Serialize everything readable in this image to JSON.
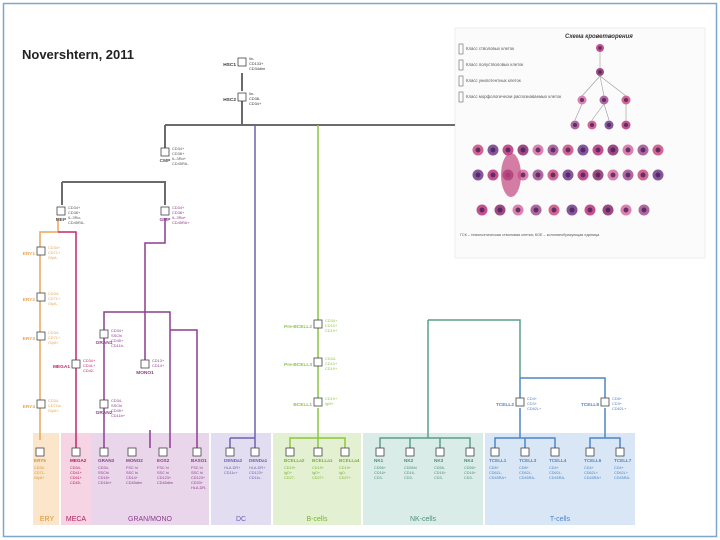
{
  "title": "Novershtern, 2011",
  "colors": {
    "gray": "#6b6b6b",
    "ery": "#e8a55a",
    "meca": "#c0266d",
    "gran": "#8b3d8f",
    "dc": "#6e62b0",
    "b": "#8cc63e",
    "nk": "#5a9e8c",
    "t": "#4f86c6"
  },
  "lineage_labels": [
    {
      "text": "ERY",
      "color": "#d9902e"
    },
    {
      "text": "MECA",
      "color": "#b0205f"
    },
    {
      "text": "GRAN/MONO",
      "color": "#8b3d8f"
    },
    {
      "text": "DC",
      "color": "#6e62b0"
    },
    {
      "text": "B-cells",
      "color": "#78b42e"
    },
    {
      "text": "NK-cells",
      "color": "#4f8e7c"
    },
    {
      "text": "T-cells",
      "color": "#4f86c6"
    }
  ],
  "nodes": {
    "hsc1": {
      "label": "HSC1",
      "markers": [
        "lin-",
        "CD133+",
        "CD34dim"
      ]
    },
    "hsc2": {
      "label": "HSC2",
      "markers": [
        "lin-",
        "CD38-",
        "CD34+"
      ]
    },
    "cmp": {
      "label": "CMP",
      "markers": [
        "CD34+",
        "CD38+",
        "IL-3Rα+",
        "CD45RA-"
      ]
    },
    "mep": {
      "label": "MEP",
      "markers": [
        "CD34+",
        "CD38+",
        "IL-3Rα-",
        "CD45RA-"
      ]
    },
    "gmp": {
      "label": "GMP",
      "markers": [
        "CD34+",
        "CD38+",
        "IL-3Rα+",
        "CD45RA+"
      ]
    },
    "ery1": {
      "label": "ERY1",
      "markers": [
        "CD34+",
        "CD71+",
        "GlyA-"
      ]
    },
    "ery2": {
      "label": "ERY2",
      "markers": [
        "CD34-",
        "CD71+",
        "GlyA-"
      ]
    },
    "ery3": {
      "label": "ERY3",
      "markers": [
        "CD34-",
        "CD71+",
        "GlyA+"
      ]
    },
    "ery4": {
      "label": "ERY4",
      "markers": [
        "CD34-",
        "CD71lo",
        "GlyA+"
      ]
    },
    "mega1": {
      "label": "MEGA1",
      "markers": [
        "CD34+",
        "CD41+",
        "CD42-"
      ]
    },
    "gran1": {
      "label": "GRAN1",
      "markers": [
        "CD34+",
        "SSChi",
        "CD45+",
        "CD11b-"
      ]
    },
    "gran2": {
      "label": "GRAN2",
      "markers": [
        "CD34-",
        "SSChi",
        "CD45+",
        "CD11b+"
      ]
    },
    "mono1": {
      "label": "MONO1",
      "markers": [
        "CD13+",
        "CD14+"
      ]
    },
    "prebcell2": {
      "label": "Pre-BCELL2",
      "markers": [
        "CD34+",
        "CD10+",
        "CD19+"
      ]
    },
    "prebcell3": {
      "label": "Pre-BCELL3",
      "markers": [
        "CD34-",
        "CD10+",
        "CD19+"
      ]
    },
    "bcell1": {
      "label": "BCELL1",
      "markers": [
        "CD19+",
        "IgM+"
      ]
    },
    "tcell2": {
      "label": "TCELL2",
      "markers": [
        "CD4+",
        "CD3+",
        "CD62L+"
      ]
    },
    "tcell8": {
      "label": "TCELL8",
      "markers": [
        "CD8+",
        "CD3+",
        "CD62L+"
      ]
    }
  },
  "bottom_nodes": [
    {
      "label": "ERY5",
      "group": "ery",
      "markers": [
        "CD34-",
        "CD71-",
        "GlyA+"
      ]
    },
    {
      "label": "MEGA2",
      "group": "meca",
      "markers": [
        "CD34-",
        "CD41+",
        "CD61+",
        "CD45-"
      ]
    },
    {
      "label": "GRAN3",
      "group": "gran",
      "markers": [
        "CD34-",
        "SSChi",
        "CD16+",
        "CD11b+"
      ]
    },
    {
      "label": "MONO2",
      "group": "gran",
      "markers": [
        "FSC hi",
        "SSC hi",
        "CD14+",
        "CD45dim"
      ]
    },
    {
      "label": "EOS2",
      "group": "gran",
      "markers": [
        "FSC hi",
        "SSC hi",
        "CD123+",
        "CD45dim"
      ]
    },
    {
      "label": "BASO1",
      "group": "gran",
      "markers": [
        "FSC hi",
        "SSC hi",
        "CD123+",
        "CD33+",
        "HLA-DR-"
      ]
    },
    {
      "label": "DENDa2",
      "group": "dc",
      "markers": [
        "HLA-DR+",
        "CD11c+"
      ]
    },
    {
      "label": "DENDa1",
      "group": "dc",
      "markers": [
        "HLA-DR+",
        "CD123+",
        "CD11c-"
      ]
    },
    {
      "label": "BCELLa2",
      "group": "b",
      "markers": [
        "CD19+",
        "IgD+",
        "CD27-"
      ]
    },
    {
      "label": "BCELLa1",
      "group": "b",
      "markers": [
        "CD19+",
        "IgD+",
        "CD27+"
      ]
    },
    {
      "label": "BCELLa4",
      "group": "b",
      "markers": [
        "CD19+",
        "IgD-",
        "CD27+"
      ]
    },
    {
      "label": "NK1",
      "group": "nk",
      "markers": [
        "CD56+",
        "CD16+",
        "CD3-"
      ]
    },
    {
      "label": "NK2",
      "group": "nk",
      "markers": [
        "CD56hi",
        "CD16-",
        "CD3-"
      ]
    },
    {
      "label": "NK3",
      "group": "nk",
      "markers": [
        "CD56-",
        "CD16+",
        "CD3-"
      ]
    },
    {
      "label": "NK4",
      "group": "nk",
      "markers": [
        "CD56+",
        "CD16+",
        "CD3-"
      ]
    },
    {
      "label": "TCELL1",
      "group": "t",
      "markers": [
        "CD8+",
        "CD62L-",
        "CD45RA+"
      ]
    },
    {
      "label": "TCELL3",
      "group": "t",
      "markers": [
        "CD8+",
        "CD62L-",
        "CD45RA-"
      ]
    },
    {
      "label": "TCELL4",
      "group": "t",
      "markers": [
        "CD4+",
        "CD62L-",
        "CD45RA-"
      ]
    },
    {
      "label": "TCELL6",
      "group": "t",
      "markers": [
        "CD4+",
        "CD62L+",
        "CD45RA+"
      ]
    },
    {
      "label": "TCELL7",
      "group": "t",
      "markers": [
        "CD4+",
        "CD62L+",
        "CD45RA-"
      ]
    }
  ],
  "inset": {
    "title": "Схема кроветворения",
    "legend": [
      "Класс стволовых клеток",
      "Класс полустволовых клеток",
      "Класс унипотентных клеток",
      "Класс морфологически распознаваемых клеток"
    ],
    "caption": "ГСК – гемопоэтическая стволовая клетка; КОЕ – колониеобразующая единица"
  }
}
